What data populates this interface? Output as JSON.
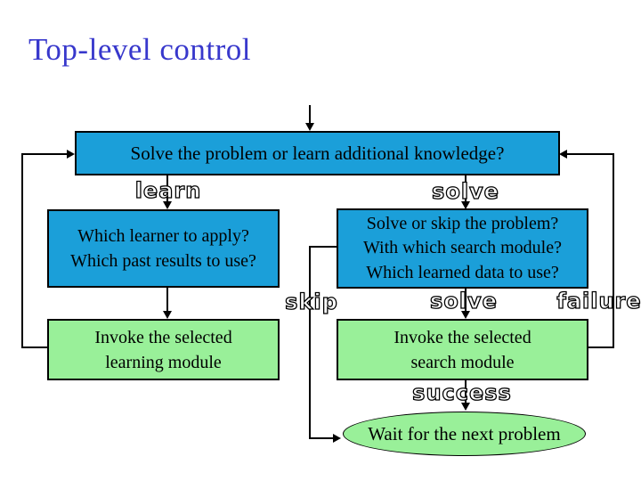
{
  "title": "Top-level control",
  "colors": {
    "title_blue": "#3838cc",
    "blue_box": "#1b9fd9",
    "green_box": "#99f099"
  },
  "nodes": {
    "decision": {
      "label": "Solve the problem or learn additional knowledge?"
    },
    "learner": {
      "lines": [
        "Which learner to apply?",
        "Which past results to use?"
      ]
    },
    "solver": {
      "lines": [
        "Solve or skip the problem?",
        "With which search module?",
        "Which learned data to use?"
      ]
    },
    "invoke_learning": {
      "lines": [
        "Invoke the selected",
        "learning module"
      ]
    },
    "invoke_search": {
      "lines": [
        "Invoke the selected",
        "search module"
      ]
    },
    "wait": {
      "label": "Wait for the next problem"
    }
  },
  "edge_labels": {
    "learn": "learn",
    "solve_top": "solve",
    "skip": "skip",
    "solve_mid": "solve",
    "failure": "failure",
    "success": "success"
  }
}
